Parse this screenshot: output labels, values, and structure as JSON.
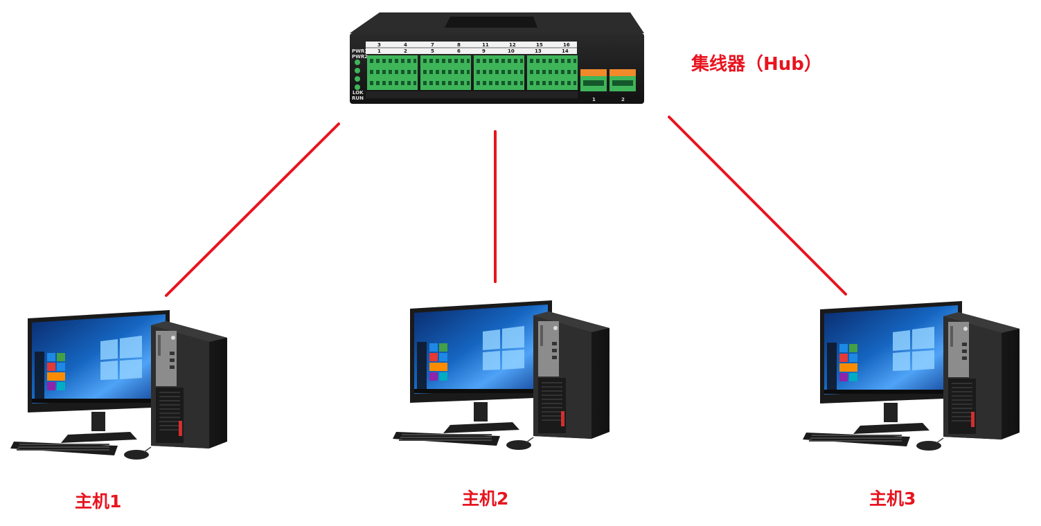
{
  "title": "",
  "colors": {
    "link": "#e8141f",
    "label": "#e8141f",
    "device_body": "#1c1c1c",
    "terminal_green": "#3fb55a",
    "terminal_orange": "#f08a2a",
    "screen_blue": "#1565c0"
  },
  "hub": {
    "label": "集线器（Hub）",
    "power_labels": [
      "PWR1",
      "PWR2"
    ],
    "status_labels": [
      "LOK",
      "RUN"
    ],
    "port_numbers_top": [
      "3",
      "4",
      "7",
      "8",
      "11",
      "12",
      "15",
      "16"
    ],
    "port_numbers_bottom": [
      "1",
      "2",
      "5",
      "6",
      "9",
      "10",
      "13",
      "14"
    ],
    "aux_ports": [
      "1",
      "2"
    ]
  },
  "hosts": [
    {
      "id": "pc1",
      "label": "主机1"
    },
    {
      "id": "pc2",
      "label": "主机2"
    },
    {
      "id": "pc3",
      "label": "主机3"
    }
  ]
}
